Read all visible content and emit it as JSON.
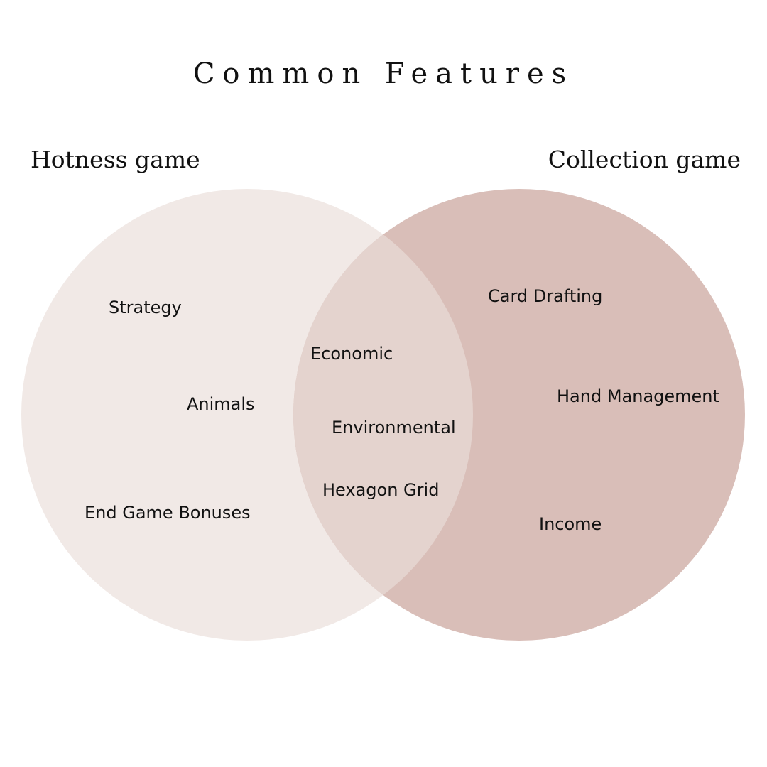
{
  "title": "Common Features",
  "sets": {
    "left": {
      "label": "Hotness game",
      "color": "#f1e9e6",
      "items": [
        "Strategy",
        "Animals",
        "End Game Bonuses"
      ]
    },
    "right": {
      "label": "Collection game",
      "color": "#d9beb8",
      "items": [
        "Card Drafting",
        "Hand Management",
        "Income"
      ]
    },
    "overlap": {
      "color": "#e4d3ce",
      "items": [
        "Economic",
        "Environmental",
        "Hexagon Grid"
      ]
    }
  }
}
